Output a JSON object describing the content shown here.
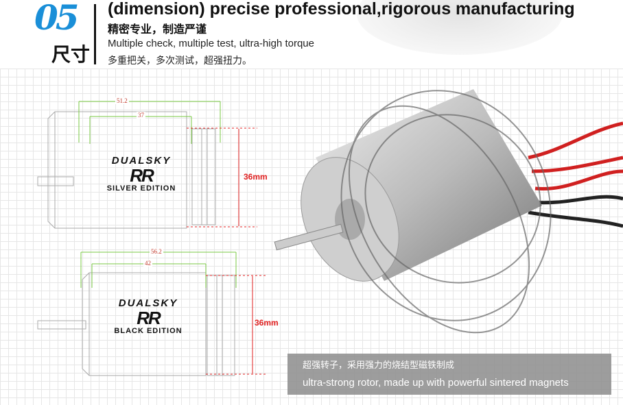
{
  "header": {
    "number": "05",
    "cn_label": "尺寸",
    "title": "(dimension) precise professional,rigorous manufacturing",
    "title_cn": "精密专业，制造严谨",
    "subtitle": "Multiple check, multiple test, ultra-high torque",
    "subtitle_cn": "多重把关，多次测试，超强扭力。"
  },
  "drawings": [
    {
      "overall": "51.2",
      "body": "37",
      "height": "36mm",
      "brand": "DUALSKY",
      "model": "RR",
      "edition": "SILVER EDITION"
    },
    {
      "overall": "56.2",
      "body": "42",
      "height": "36mm",
      "brand": "DUALSKY",
      "model": "RR",
      "edition": "BLACK EDITION"
    }
  ],
  "caption": {
    "cn": "超强转子，采用强力的烧结型磁铁制成",
    "en": "ultra-strong rotor, made up with powerful sintered magnets"
  },
  "colors": {
    "accent": "#1a8fd8",
    "dimension_green": "#7ac943",
    "dimension_red": "#e02020"
  }
}
